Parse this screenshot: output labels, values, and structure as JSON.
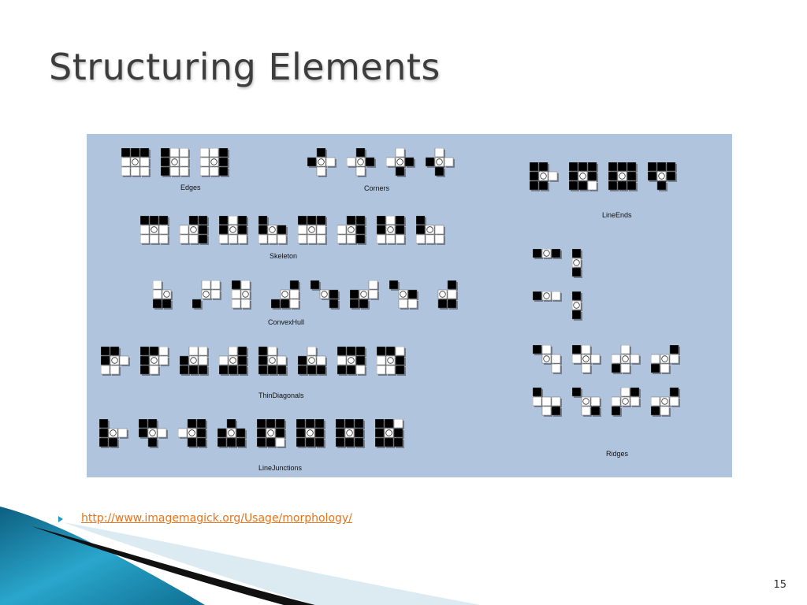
{
  "slide": {
    "title": "Structuring Elements",
    "link_text": "http://www.imagemagick.org/Usage/morphology/",
    "page_number": "15"
  },
  "colors": {
    "panel": "#b0c4de",
    "link": "#e8731a",
    "bullet": "#1f9bc6",
    "teal": "#1f8fb3"
  },
  "figure": {
    "groups": [
      {
        "key": "edges",
        "label": "Edges",
        "kernels": [
          [
            "BBB",
            "WOW",
            "WWW"
          ],
          [
            "BWW",
            "BOW",
            "BWW"
          ],
          [
            "WWB",
            "WOB",
            "WWB"
          ]
        ]
      },
      {
        "key": "corners",
        "label": "Corners",
        "kernels": [
          [
            "-B-",
            "BOW",
            "-W-"
          ],
          [
            "-B-",
            "WOB",
            "-W-"
          ],
          [
            "-W-",
            "WOB",
            "-B-"
          ],
          [
            "-W-",
            "BOW",
            "-B-"
          ]
        ]
      },
      {
        "key": "lineends",
        "label": "LineEnds",
        "kernels": [
          [
            "BB-",
            "BOW",
            "BB-"
          ],
          [
            "BBB",
            "BOB",
            "BBW"
          ],
          [
            "BBB",
            "BOB",
            "BBB"
          ],
          [
            "BBB",
            "BOB",
            "-B-"
          ]
        ]
      },
      {
        "key": "skeleton",
        "label": "Skeleton",
        "kernels": [
          [
            "BBB",
            "WOW",
            "WWW"
          ],
          [
            "-BB",
            "WOB",
            "WWB"
          ],
          [
            "BWB",
            "BOB",
            "WWW"
          ],
          [
            "B--",
            "BOB",
            "WWW"
          ],
          [
            "BBB",
            "WOW",
            "WWW"
          ],
          [
            "-BB",
            "WOB",
            "WWB"
          ],
          [
            "BWB",
            "BOB",
            "WWW"
          ],
          [
            "B--",
            "BOW",
            "WWW"
          ]
        ]
      },
      {
        "key": "convexhull",
        "label": "ConvexHull",
        "kernels": [
          [
            "W--",
            "WO-",
            "BB-"
          ],
          [
            "-WW",
            "-OW",
            "B--"
          ],
          [
            "BW-",
            "WO-",
            "WW-"
          ],
          [
            "--B",
            "-OW",
            "BBW"
          ],
          [
            "B--",
            "-OB",
            "--B"
          ],
          [
            "--W",
            "BOW",
            "BB-"
          ],
          [
            "B--",
            "-OB",
            "-WW"
          ],
          [
            "--B",
            "-OW",
            "-BB"
          ]
        ]
      },
      {
        "key": "thindiagonals",
        "label": "ThinDiagonals",
        "kernels": [
          [
            "BB-",
            "BOW",
            "WW-"
          ],
          [
            "BBW",
            "BOW",
            "BW-"
          ],
          [
            "-WW",
            "BOW",
            "BBB"
          ],
          [
            "-WB",
            "WOB",
            "BBB"
          ],
          [
            "BW-",
            "BOW",
            "BBB"
          ],
          [
            "-W-",
            "BOW",
            "BBB"
          ],
          [
            "BBB",
            "WOB",
            "BBW"
          ],
          [
            "BBW",
            "WOB",
            "WWB"
          ]
        ]
      },
      {
        "key": "linejunctions",
        "label": "LineJunctions",
        "kernels": [
          [
            "B--",
            "BOW",
            "BB-"
          ],
          [
            "BB-",
            "BOW",
            "-B-"
          ],
          [
            "-BB",
            "WOB",
            "-BB"
          ],
          [
            "-B-",
            "BOB",
            "BBB"
          ],
          [
            "BBB",
            "BOB",
            "BBW"
          ],
          [
            "BBB",
            "BOB",
            "BBB"
          ],
          [
            "BBB",
            "BOB",
            "BBB"
          ],
          [
            "BBW",
            "BOB",
            "BBB"
          ]
        ]
      },
      {
        "key": "ridges",
        "label": "Ridges",
        "kernels": [
          [
            "BOB"
          ],
          [
            "B",
            "O",
            "B"
          ],
          [
            "BOW"
          ],
          [
            "B",
            "O",
            "B"
          ]
        ]
      },
      {
        "key": "ridges2",
        "label": "",
        "kernels": [
          [
            "BW-",
            "-OW",
            "--W"
          ],
          [
            "BW-",
            "WOW",
            "-W-"
          ],
          [
            "-W-",
            "WOW",
            "BW-"
          ],
          [
            "--B",
            "WOW",
            "BW-"
          ],
          [
            "B--",
            "WWW",
            "-WB"
          ],
          [
            "B--",
            "-OW",
            "-WB"
          ],
          [
            "-WB",
            "WOW",
            "B--"
          ],
          [
            "--B",
            "WOW",
            "BW-"
          ]
        ]
      }
    ]
  }
}
